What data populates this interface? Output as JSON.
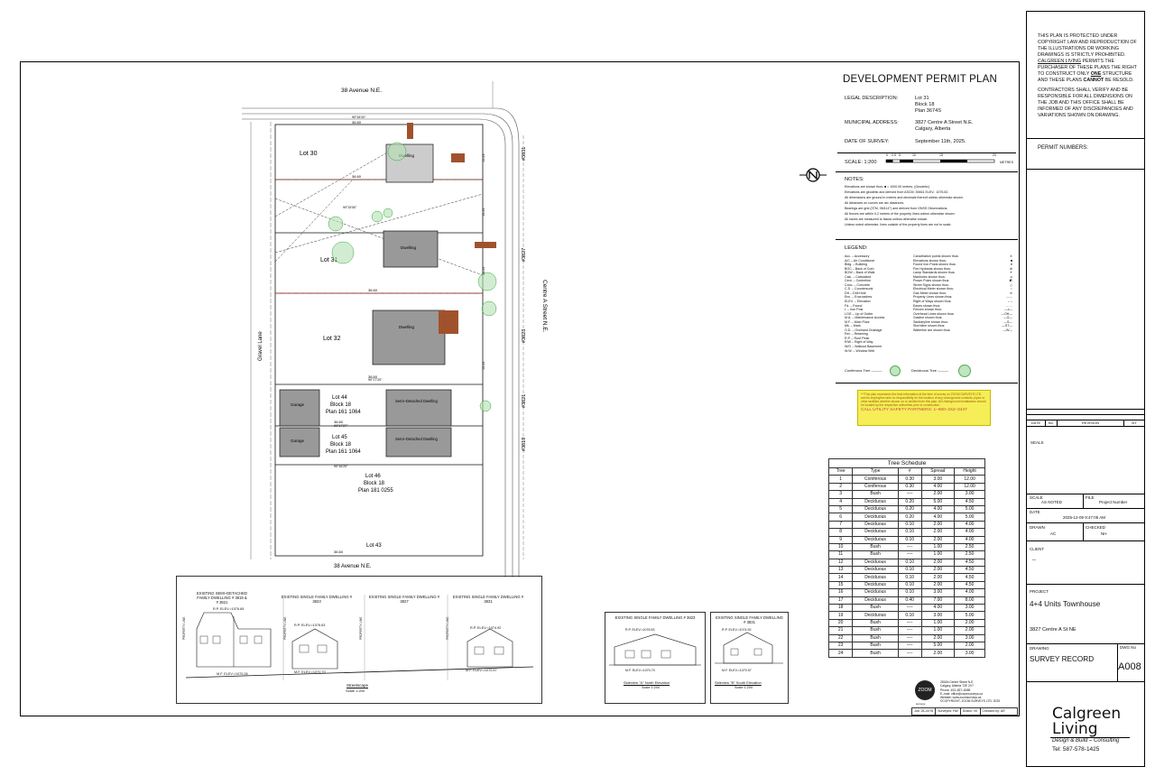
{
  "plan": {
    "title": "DEVELOPMENT PERMIT PLAN",
    "legal_label": "LEGAL DESCRIPTION:",
    "legal_lot": "Lot 31",
    "legal_block": "Block 18",
    "legal_plan": "Plan 3674S",
    "municipal_label": "MUNICIPAL ADDRESS:",
    "municipal_line1": "3827 Centre A Street N.E.",
    "municipal_line2": "Calgary, Alberta",
    "survey_label": "DATE OF SURVEY:",
    "survey_date": "September 11th, 2025.",
    "scale_label": "SCALE:  1:200",
    "scale_ticks": [
      "0",
      "2.5",
      "5",
      "10",
      "15",
      "20"
    ],
    "scale_unit": "METRES"
  },
  "notes": {
    "heading": "NOTES:",
    "lines": [
      "Elevations are shown thus: ■ = 1000.00 metres. (Geodetic)",
      "Elevations are geodetic and derived from ASCM: 39461 ELEV.: 1075.62.",
      "All dimensions are ground in metres and decimals thereof unless otherwise shown.",
      "All distances on curves are arc distances.",
      "Bearings are grid (3TM, 0M114°) and derived from GNSS Observations.",
      "All fences are within 0.2 metres of the property lines unless otherwise shown.",
      "All eaves are measured to fascia unless otherwise shown.",
      "Unless noted otherwise, lines outside of the property lines are not to scale."
    ]
  },
  "legend": {
    "heading": "LEGEND:",
    "abbreviations": [
      "Acc. – Accessory",
      "A/C – Air Conditioner",
      "Bldg. – Building",
      "BOC – Back of Curb",
      "BOW – Back of Walk",
      "Calc. – Calculated",
      "Cent. – Centreline",
      "Conc. – Concrete",
      "C.S. – Countersunk",
      "DH – Drill Hole",
      "Enc. – Encroaches",
      "ELEV. – Elevation",
      "Fd. – Found",
      "I. – Iron Post",
      "LOG – Lip of Gutter",
      "M.A. – Maintenance Access",
      "M.F. – Main Floor",
      "Mk. – Mark",
      "O.D. – Overland Drainage",
      "Ret. – Retaining",
      "R.P. – Roof Peak",
      "R/W – Right of Way",
      "W/O – Walkout Basement",
      "W.W. – Window Well"
    ],
    "symbols": [
      "Cancellation points shown thus:",
      "Elevations shown thus:",
      "Found Iron Posts shown thus:",
      "Fire Hydrants shown thus:",
      "Lamp Standards shown thus:",
      "Manholes shown thus:",
      "Power Poles shown thus:",
      "Street Signs shown thus:",
      "Electrical Meter shown thus:",
      "Gas Meter shown thus:",
      "Property Lines shown thus:",
      "Right of Ways shown thus:",
      "Eaves shown thus:",
      "Fences shown thus:",
      "Overhead Lines shown thus:",
      "Gasline shown thus:",
      "Sanitaryline shown thus:",
      "Stormline shown thus:",
      "Waterline are shown thus:"
    ],
    "symbol_marks": [
      "✕",
      "■",
      "●",
      "⊕",
      "✴",
      "⦻",
      "◩",
      "△",
      "⌁",
      "⊝",
      "——",
      "– –",
      "……",
      "—x—",
      "—OH—",
      "—G—",
      "—S—",
      "—ST—",
      "—W—"
    ],
    "coniferous": "Coniferous Tree ———",
    "deciduous": "Deciduous Tree ———"
  },
  "warning": {
    "text": "***This plan represents the best information at the time of survey on ZOOM SURVEYS LTD. and its employees take no responsibility for the location of any underground conduits, pipes or other facilities whether shown on or omitted from this plan. All Underground Installations should be located by the respective authorities prior to construction.",
    "call": "CALL UTILITY SAFETY PARTNERS: 1–800–242–3447"
  },
  "site": {
    "street_top": "38 Avenue N.E.",
    "street_bottom": "38 Avenue N.E.",
    "lane": "Gravel Lane",
    "centre_street": "Centre A Street N.E.",
    "lots": [
      "Lot 30",
      "Lot 31",
      "Lot 32",
      "Lot 44",
      "Block 18",
      "Plan 161 1064",
      "Lot 45",
      "Block 18",
      "Plan 161 1064",
      "Lot 46",
      "Block 18",
      "Plan 181 0255",
      "Lot 43"
    ],
    "buildings": {
      "dwelling_top": "Dwelling",
      "dwelling_mid": "Dwelling",
      "dwelling_32": "Dwelling",
      "semi_a": "Semi–Detached Dwelling",
      "semi_b": "Semi–Detached Dwelling",
      "garage_a": "Garage",
      "garage_b": "Garage"
    },
    "addresses": [
      "#3831",
      "#3827",
      "#3823",
      "#3821",
      "#3819"
    ],
    "dims": [
      "36.60",
      "36.60",
      "36.60",
      "36.60",
      "36.60",
      "36.60",
      "15.23",
      "15.24",
      "15.24",
      "15.24"
    ],
    "bearings": [
      "90°16'20\"",
      "90°15'50\"",
      "90°17'20\"",
      "90°17'27\"",
      "90°16'20\""
    ]
  },
  "trees": {
    "title": "Tree Schedule",
    "columns": [
      "Tree",
      "Type",
      "#",
      "Spread",
      "Height"
    ],
    "rows": [
      [
        "1",
        "Coniferous",
        "0.30",
        "3.00",
        "12.00"
      ],
      [
        "2",
        "Coniferous",
        "0.30",
        "4.00",
        "12.00"
      ],
      [
        "3",
        "Bush",
        "----",
        "2.00",
        "3.00"
      ],
      [
        "4",
        "Deciduous",
        "0.20",
        "5.00",
        "4.50"
      ],
      [
        "5",
        "Deciduous",
        "0.20",
        "4.00",
        "5.00"
      ],
      [
        "6",
        "Deciduous",
        "0.20",
        "4.00",
        "5.00"
      ],
      [
        "7",
        "Deciduous",
        "0.10",
        "2.00",
        "4.00"
      ],
      [
        "8",
        "Deciduous",
        "0.10",
        "2.00",
        "4.00"
      ],
      [
        "9",
        "Deciduous",
        "0.10",
        "2.00",
        "4.00"
      ],
      [
        "10",
        "Bush",
        "----",
        "1.00",
        "2.50"
      ],
      [
        "11",
        "Bush",
        "----",
        "1.00",
        "2.50"
      ],
      [
        "12",
        "Deciduous",
        "0.10",
        "2.00",
        "4.50"
      ],
      [
        "13",
        "Deciduous",
        "0.10",
        "2.00",
        "4.50"
      ],
      [
        "14",
        "Deciduous",
        "0.10",
        "2.00",
        "4.50"
      ],
      [
        "15",
        "Deciduous",
        "0.10",
        "2.00",
        "4.50"
      ],
      [
        "16",
        "Deciduous",
        "0.10",
        "3.00",
        "4.00"
      ],
      [
        "17",
        "Deciduous",
        "0.40",
        "7.00",
        "8.00"
      ],
      [
        "18",
        "Bush",
        "----",
        "4.00",
        "3.00"
      ],
      [
        "19",
        "Deciduous",
        "0.10",
        "3.00",
        "5.00"
      ],
      [
        "20",
        "Bush",
        "----",
        "1.00",
        "2.00"
      ],
      [
        "21",
        "Bush",
        "----",
        "1.00",
        "2.00"
      ],
      [
        "22",
        "Bush",
        "----",
        "2.00",
        "3.00"
      ],
      [
        "23",
        "Bush",
        "----",
        "5.00",
        "2.00"
      ],
      [
        "24",
        "Bush",
        "----",
        "2.00",
        "3.00"
      ]
    ]
  },
  "streetscape": {
    "titles": [
      "EXISTING SEMI–DETACHED FAMILY DWELLING # 3819 & # 3821",
      "EXISTING SINGLE FAMILY DWELLING # 3823",
      "EXISTING SINGLE FAMILY DWELLING # 3827",
      "EXISTING SINGLE FAMILY DWELLING # 3831"
    ],
    "rp": [
      "R.P. ELEV.=1076.65",
      "R.P. ELEV.=1076.63",
      "R.P. ELEV.=1074.92"
    ],
    "mf": [
      "M.F. ELEV.=1070.26",
      "M.F. ELEV.=1070.70",
      "M.F. ELEV.=1070.57"
    ],
    "property_line": "PROPERTY LINE",
    "caption": "Streetscape",
    "caption_scale": "Scale 1:200"
  },
  "elevations": {
    "a_title": "EXISTING SINGLE FAMILY DWELLING # 3823",
    "a_rp": "R.P. ELEV.=1076.63",
    "a_mf": "M.F. ELEV.=1070.70",
    "a_caption": "Sideview \"A\" North Elevation",
    "a_scale": "Scale 1:200",
    "b_title": "EXISTING SINGLE FAMILY DWELLING # 3831",
    "b_rp": "R.P. ELEV.=1074.92",
    "b_mf": "M.F. ELEV.=1070.57",
    "b_caption": "Sideview \"B\" South Elevation",
    "b_scale": "Scale 1:200"
  },
  "surveyor": {
    "logo": "ZOOM",
    "logo_sub": "surveys",
    "address1": "2818A Centre Street N.E.",
    "address2": "Calgary, Alberta T2E 2V7",
    "phone": "Phone: 403–837–8089",
    "email": "E–mail: office@zoomsurveys.ca",
    "website": "Website: www.zoomsurveys.ca",
    "copyright": "©COPYRIGHT, ZOOM SURVEYS LTD. 2025",
    "job": "Job: 25–0076",
    "surveyed": "Surveyed: HW",
    "drawn": "Drawn: VK",
    "checked": "Checked by: AR"
  },
  "titleblock": {
    "notice1": "THIS PLAN IS PROTECTED UNDER COPYRIGHT LAW AND REPRODUCTION OF THE ILLUSTRATIONS OR WORKING DRAWINGS IS STRICTLY PROHIBITED.",
    "notice_company": "CALGREEN LIVING",
    "notice2": "PERMITS THE PURCHASER OF THESE PLANS THE RIGHT TO CONSTRUCT ONLY",
    "notice_one": "ONE",
    "notice3": "STRUCTURE AND THESE PLANS",
    "notice_cannot": "CANNOT",
    "notice4": "BE RESOLD.",
    "contractors": "CONTRACTORS SHALL VERIFY AND BE RESPONSIBLE FOR ALL DIMENSIONS ON THE JOB AND THIS OFFICE SHALL BE INFORMED OF ANY DISCREPANCIES AND VARIATIONS SHOWN ON DRAWING.",
    "permit_numbers": "PERMIT NUMBERS:",
    "rev_date": "DATE",
    "rev_no": "No.",
    "rev_revision": "REVISION",
    "rev_by": "BY",
    "seals": "SEALS",
    "scale_label": "SCALE",
    "scale_value": "AS NOTED",
    "file_label": "FILE",
    "file_value": "Project Number",
    "date_label": "DATE",
    "date_value": "2025-12-09 9:47:05 AM",
    "drawn_label": "DRAWN",
    "drawn_value": "AC",
    "checked_label": "CHECKED",
    "checked_value": "NH",
    "client_label": "CLIENT",
    "client_value": "--",
    "project_label": "PROJECT",
    "project_value": "4+4 Units Townhouse",
    "project_address": "3827 Centre A St NE",
    "drawing_label": "DRAWING",
    "drawing_value": "SURVEY RECORD",
    "dwg_label": "DWG No",
    "dwg_value": "A008",
    "brand1": "Calgreen",
    "brand2": "Living",
    "tagline": "Design & Build – Consulting",
    "tel": "Tel: 587-578-1425"
  }
}
